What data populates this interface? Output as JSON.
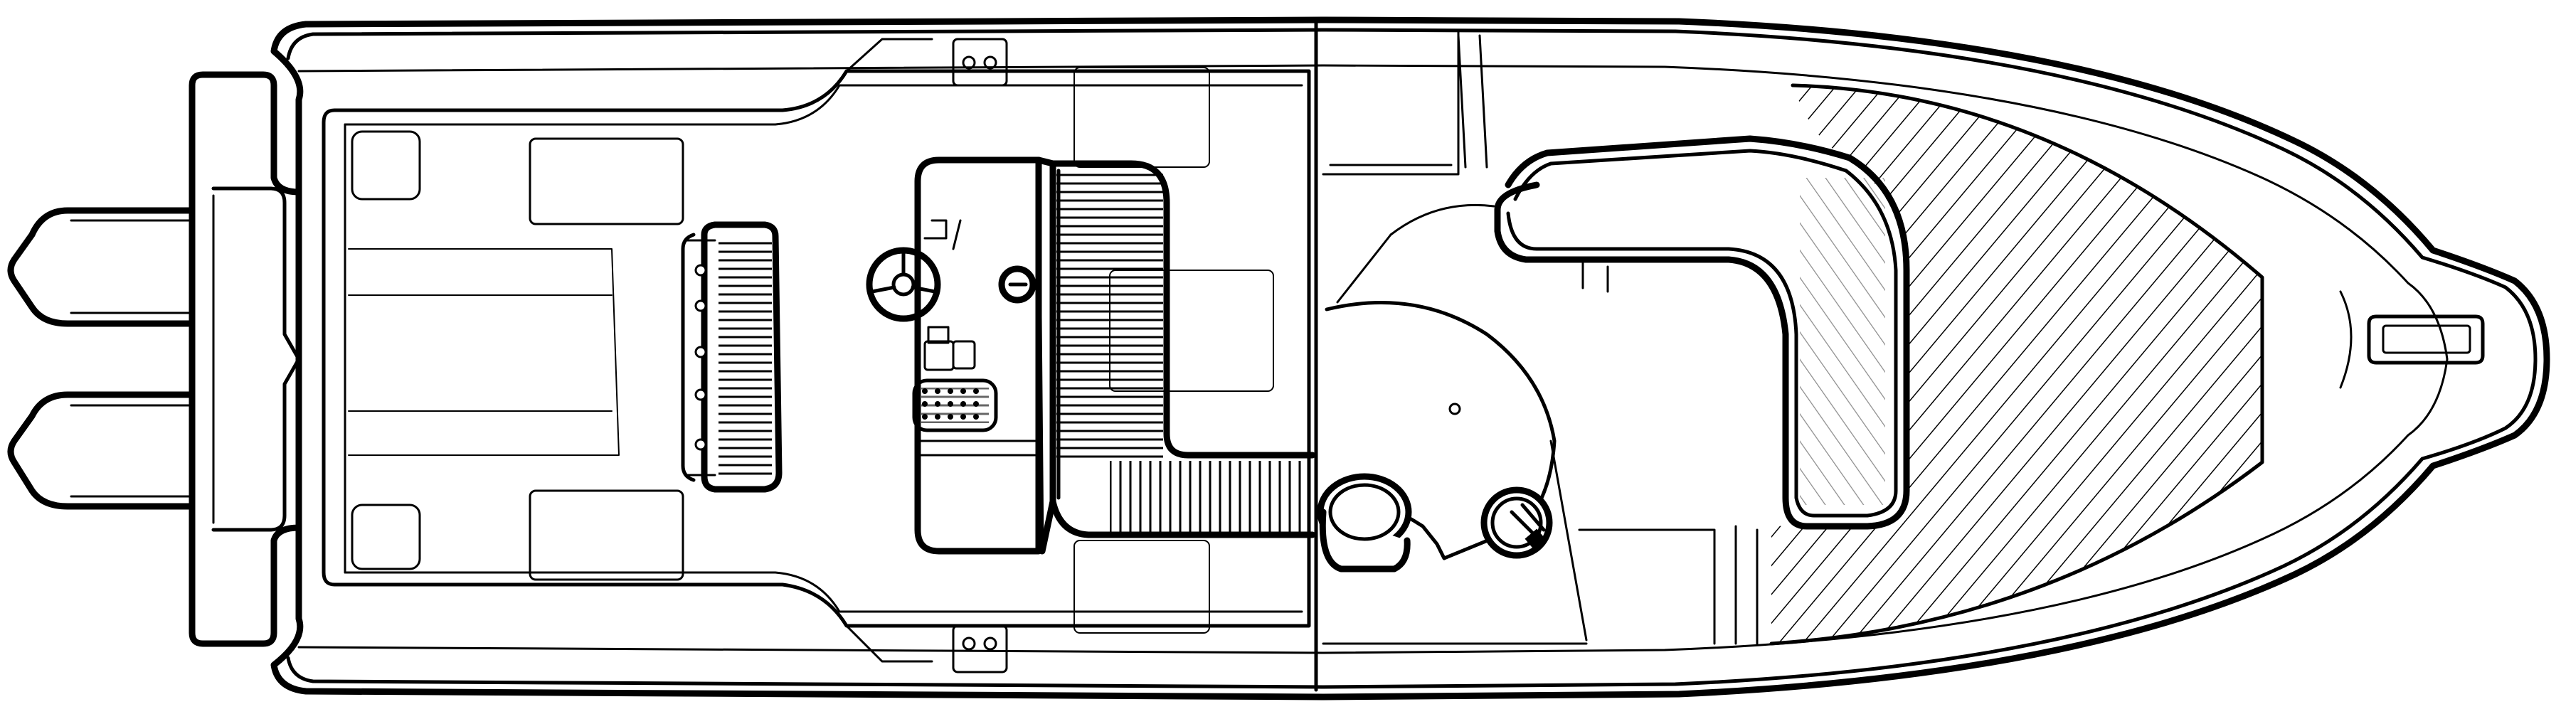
{
  "diagram": {
    "kind": "boat deck layout, top view",
    "colors": {
      "ink": "#000000",
      "paper": "#ffffff"
    },
    "parts": [
      "hull-outline",
      "twin-outboard-engines",
      "transom",
      "cockpit-deck",
      "fish-box-hatches",
      "aft-seats",
      "bait-well-cooler",
      "helm-console",
      "steering-wheel",
      "companion-seat",
      "cabin-bulkhead",
      "head-compartment",
      "galley-sink",
      "v-berth",
      "bow-anchor-hatch"
    ]
  }
}
